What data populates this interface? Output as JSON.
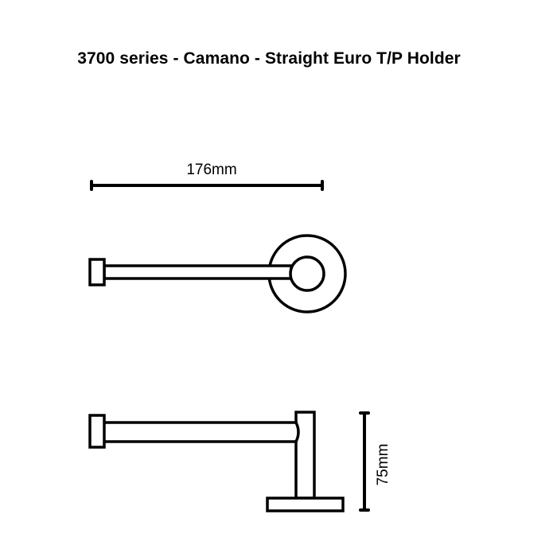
{
  "title": "3700 series - Camano - Straight Euro T/P Holder",
  "product": {
    "series": "3700 series",
    "collection": "Camano",
    "name": "Straight Euro T/P Holder"
  },
  "dimensions": {
    "width_label": "176mm",
    "height_label": "75mm"
  },
  "views": [
    {
      "name": "top-view",
      "description": "Plan view showing bar and round wall flange"
    },
    {
      "name": "side-view",
      "description": "Elevation view showing bar, post and base plate"
    }
  ],
  "colors": {
    "line": "#000000",
    "background": "#ffffff"
  }
}
